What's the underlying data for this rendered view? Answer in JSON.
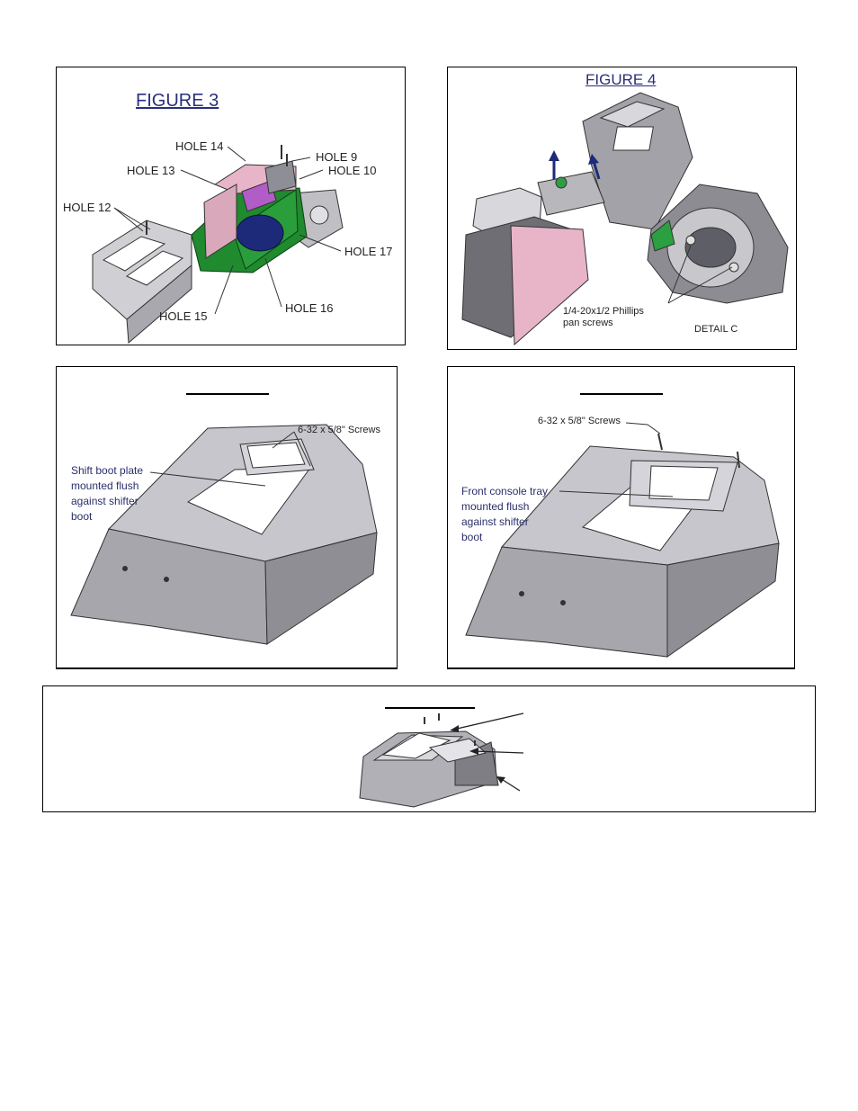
{
  "figure3": {
    "title": "FIGURE 3",
    "holes": {
      "h14": "HOLE 14",
      "h9": "HOLE 9",
      "h13": "HOLE 13",
      "h10": "HOLE 10",
      "h12": "HOLE 12",
      "h17": "HOLE 17",
      "h15": "HOLE 15",
      "h16": "HOLE 16"
    },
    "colors": {
      "green": "#1f8a2e",
      "pink": "#e8b5c8",
      "purple": "#b25cc8",
      "navy": "#1d2a7a",
      "gray": "#9a9aa0"
    }
  },
  "figure4": {
    "title": "FIGURE 4",
    "screw_note": "1/4-20x1/2 Phillips\npan screws",
    "detail": "DETAIL  C"
  },
  "figure5": {
    "screws": "6-32 x 5/8\" Screws",
    "note": "Shift boot plate\nmounted flush\nagainst shifter\nboot"
  },
  "figure6": {
    "screws": "6-32 x 5/8\" Screws",
    "note": "Front console tray\nmounted flush\nagainst shifter\nboot"
  }
}
